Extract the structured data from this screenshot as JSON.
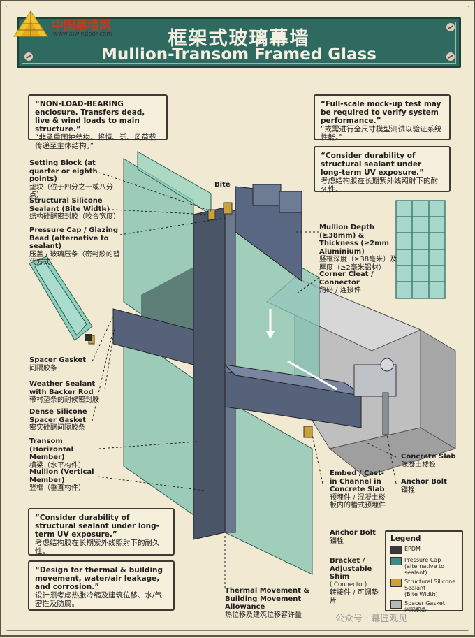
{
  "logo": {
    "name": "中国幕墙网",
    "url": "www.aiwindoor.com"
  },
  "banner": {
    "title_zh": "框架式玻璃幕墙",
    "title_en": "Mullion-Transom Framed Glass"
  },
  "notes": {
    "load": {
      "en": "“NON-LOAD-BEARING enclosure. Transfers dead, live & wind loads to main structure.”",
      "zh": "“非承重围护结构。将恒、活、风荷载传递至主体结构。”"
    },
    "mockup": {
      "en": "“Full-scale mock-up test may be required to verify system performance.”",
      "zh": "“或需进行全尺寸模型测试以验证系统性能。”"
    },
    "uv_top": {
      "en": "“Consider durability of structural sealant under long-term UV exposure.”",
      "zh": "考虑结构胶在长期紫外线照射下的耐久性。"
    },
    "uv_bottom": {
      "en": "“Consider durability of structural sealant under long-term UV exposure.”",
      "zh": "考虑结构胶在长期紫外线照射下的耐久性。"
    },
    "thermal": {
      "en": "“Design for thermal & building movement, water/air leakage, and corrosion.”",
      "zh": "设计须考虑热胀冷缩及建筑位移、水/气密性及防腐。"
    }
  },
  "labels": {
    "setting_block": {
      "en": "Setting Block (at quarter or eighth points)",
      "zh": "垫块（位于四分之一或八分点）"
    },
    "structural_sealant": {
      "en": "Structural Silicone Sealant (Bite Width)",
      "zh": "结构硅酮密封胶（咬合宽度）"
    },
    "pressure_cap": {
      "en": "Pressure Cap / Glazing Bead (alternative to sealant)",
      "zh": "压盖 / 玻璃压条（密封胶的替代方式）"
    },
    "spacer_gasket": {
      "en": "Spacer Gasket",
      "zh": "间隔胶条"
    },
    "weather_sealant": {
      "en": "Weather Sealant with Backer Rod",
      "zh": "带衬垫条的耐候密封胶"
    },
    "dense_silicone": {
      "en": "Dense Silicone Spacer Gasket",
      "zh": "密实硅酮间隔胶条"
    },
    "transom": {
      "en": "Transom (Horizontal Member)",
      "zh": "横梁（水平构件）"
    },
    "mullion": {
      "en": "Mullion (Vertical Member)",
      "zh": "竖框（垂直构件）"
    },
    "bite": {
      "en": "Bite"
    },
    "mullion_depth": {
      "en": "Mullion Depth (≥38mm) & Thickness (≥2mm Aluminium)",
      "zh": "竖框深度（≥38毫米）及厚度（≥2毫米铝材）"
    },
    "corner_cleat": {
      "en": "Corner Cleat / Connector",
      "zh": "角码 / 连接件"
    },
    "concrete_slab": {
      "en": "Concrete Slab",
      "zh": "混凝土楼板"
    },
    "anchor_bolt": {
      "en": "Anchor Bolt",
      "zh": "锚栓"
    },
    "embed": {
      "en": "Embed / Cast-in Channel in Concrete Slab",
      "zh": "预埋件 / 混凝土楼板内的槽式预埋件"
    },
    "anchor_bolt2": {
      "en": "Anchor Bolt",
      "zh": "锚栓"
    },
    "bracket": {
      "en": "Bracket / Adjustable Shim",
      "en_sub": "( Connector)",
      "zh": "转接件 / 可调垫片"
    },
    "thermal_movement": {
      "en": "Thermal Movement & Building Movement Allowance",
      "zh": "热位移及建筑位移容许量"
    }
  },
  "legend": {
    "title": "Legend",
    "items": [
      {
        "color": "#3a3a3a",
        "en": "EPDM",
        "sub": ""
      },
      {
        "color": "#3f8a80",
        "en": "Pressure Cap",
        "sub": "(alternative to sealant)"
      },
      {
        "color": "#c9a23b",
        "en": "Structural Silicone Sealant",
        "sub": "(Bite Width)"
      },
      {
        "color": "#b9b9b9",
        "en": "Spacer Gasket",
        "sub": "间隔胶条"
      }
    ]
  },
  "watermark": "公众号 · 幕匠观见"
}
